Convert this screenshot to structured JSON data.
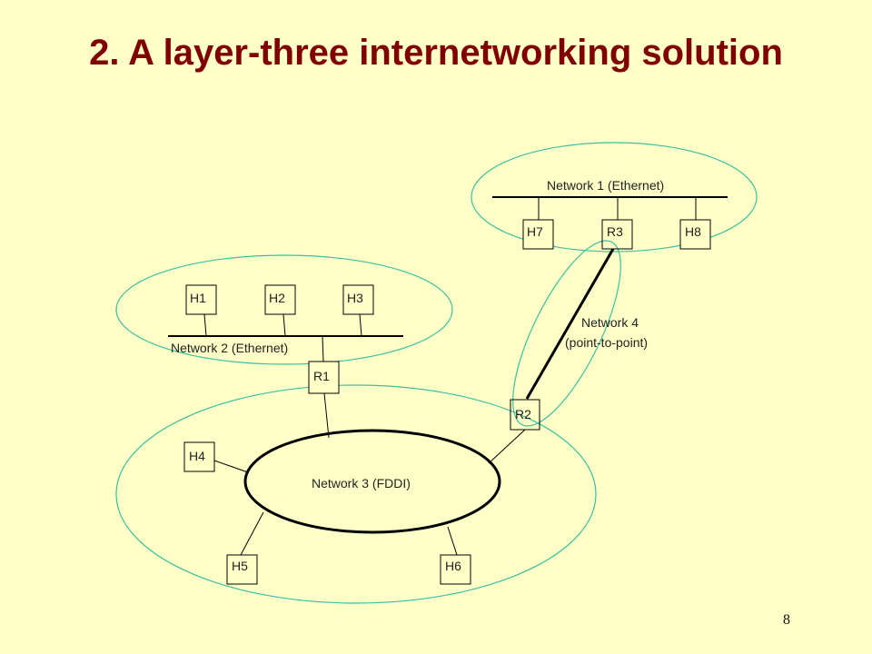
{
  "title": "2. A layer-three internetworking solution",
  "page_number": "8",
  "colors": {
    "background": "#ffffc8",
    "title": "#800000",
    "network_outline": "#3cbfa0",
    "line": "#000000",
    "node_fill": "#ffffc8"
  },
  "networks": {
    "net1": {
      "label": "Network 1 (Ethernet)"
    },
    "net2": {
      "label": "Network 2 (Ethernet)"
    },
    "net3": {
      "label": "Network 3 (FDDI)"
    },
    "net4": {
      "label_line1": "Network 4",
      "label_line2": "(point-to-point)"
    }
  },
  "nodes": {
    "h1": "H1",
    "h2": "H2",
    "h3": "H3",
    "h4": "H4",
    "h5": "H5",
    "h6": "H6",
    "h7": "H7",
    "h8": "H8",
    "r1": "R1",
    "r2": "R2",
    "r3": "R3"
  }
}
